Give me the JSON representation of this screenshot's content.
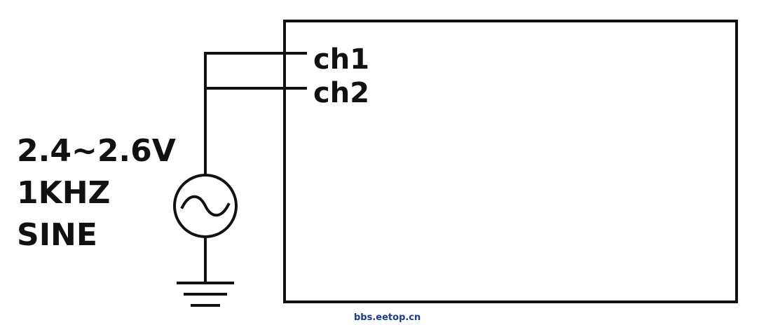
{
  "instrument": {
    "channels": [
      {
        "label": "ch1"
      },
      {
        "label": "ch2"
      }
    ]
  },
  "source": {
    "lines": [
      "2.4~2.6V",
      "1KHZ",
      "SINE"
    ]
  },
  "watermark": "bbs.eetop.cn"
}
